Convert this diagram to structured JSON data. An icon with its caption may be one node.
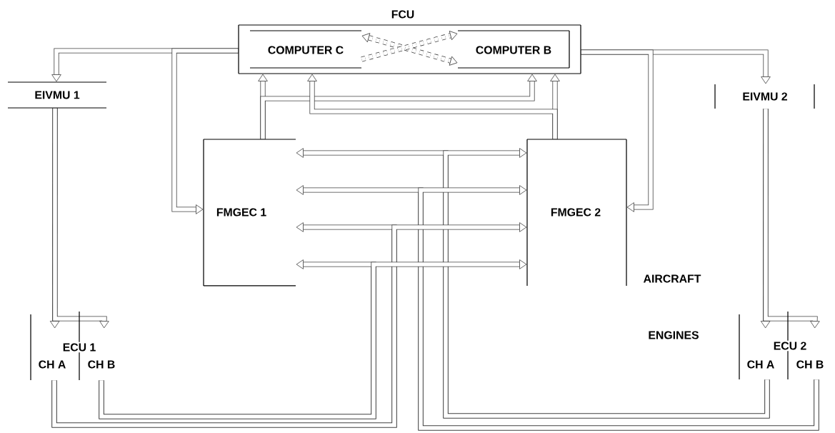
{
  "diagram": {
    "nodes": [
      {
        "text": [
          "FCU"
        ]
      },
      {
        "text": [
          "COMPUTER C"
        ],
        "in": 0
      },
      {
        "text": [
          "COMPUTER B"
        ],
        "in": 0
      },
      {
        "text": [
          "EIVMU 1"
        ]
      },
      {
        "text": [
          "EIVMU 2"
        ]
      },
      {
        "text": [
          "FMGEC 1"
        ]
      },
      {
        "text": [
          "FMGEC 2"
        ]
      },
      {
        "text": [
          "ECU 1"
        ]
      },
      {
        "text": [
          "CH A"
        ],
        "in": 7
      },
      {
        "text": [
          "CH B"
        ]
      },
      {
        "text": [
          "ECU 2"
        ]
      },
      {
        "text": [
          "CH A"
        ],
        "in": 10
      },
      {
        "text": [
          "CH B"
        ]
      }
    ],
    "edges": [
      {
        "from": 0,
        "to": 3,
        "arrow": "to"
      },
      {
        "from": 0,
        "to": 5,
        "arrow": "to"
      },
      {
        "from": 0,
        "to": 4,
        "arrow": "to"
      },
      {
        "from": 0,
        "to": 6,
        "arrow": "to"
      },
      {
        "from": 5,
        "to": 0,
        "arrow": "to"
      },
      {
        "from": 5,
        "to": 0,
        "arrow": "to"
      },
      {
        "from": 6,
        "to": 0,
        "arrow": "to"
      },
      {
        "from": 6,
        "to": 0,
        "arrow": "to"
      },
      {
        "from": 1,
        "to": 2,
        "arrow": "both",
        "style": "dashed"
      },
      {
        "from": 1,
        "to": 2,
        "arrow": "to",
        "style": "dashed"
      },
      {
        "from": 3,
        "to": 7,
        "arrow": "to"
      },
      {
        "from": 3,
        "to": 7,
        "arrow": "to"
      },
      {
        "from": 4,
        "to": 10,
        "arrow": "to"
      },
      {
        "from": 4,
        "to": 10,
        "arrow": "to"
      },
      {
        "from": 11,
        "to": 5,
        "arrow": "to"
      },
      {
        "from": 11,
        "to": 6,
        "arrow": "to"
      },
      {
        "from": 12,
        "to": 5,
        "arrow": "to"
      },
      {
        "from": 12,
        "to": 6,
        "arrow": "to"
      },
      {
        "from": 8,
        "to": 5,
        "arrow": "to"
      },
      {
        "from": 8,
        "to": 6,
        "arrow": "to"
      },
      {
        "from": 9,
        "to": 5,
        "arrow": "to"
      },
      {
        "from": 9,
        "to": 6,
        "arrow": "to"
      }
    ],
    "labels": [
      "AIRCRAFT",
      "ENGINES"
    ]
  }
}
